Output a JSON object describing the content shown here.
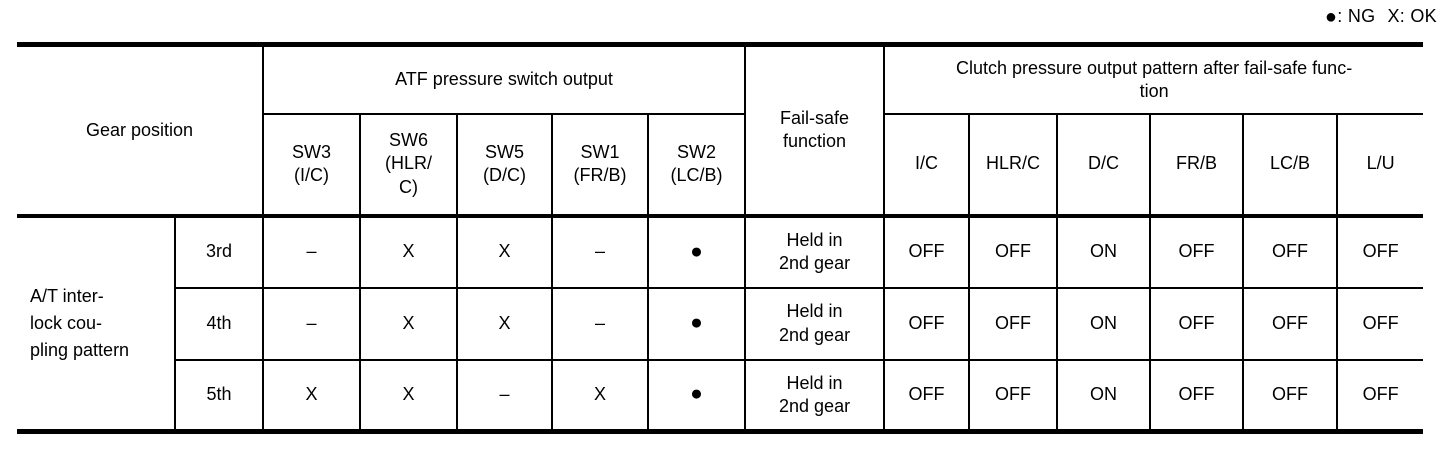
{
  "legend": {
    "ng_symbol": "●",
    "ng_label": ": NG",
    "ok_symbol": "X",
    "ok_label": ": OK"
  },
  "table": {
    "header": {
      "gear_position": "Gear position",
      "atf_group": "ATF pressure switch output",
      "fail_safe": "Fail-safe\nfunction",
      "clutch_group": "Clutch pressure output pattern after fail-safe func-\ntion",
      "sw_columns": [
        "SW3\n(I/C)",
        "SW6\n(HLR/\nC)",
        "SW5\n(D/C)",
        "SW1\n(FR/B)",
        "SW2\n(LC/B)"
      ],
      "clutch_columns": [
        "I/C",
        "HLR/C",
        "D/C",
        "FR/B",
        "LC/B",
        "L/U"
      ]
    },
    "row_group_label": "A/T inter-\nlock cou-\npling pattern",
    "rows": [
      {
        "gear": "3rd",
        "sw": [
          "–",
          "X",
          "X",
          "–",
          "●"
        ],
        "fail_safe": "Held in\n2nd gear",
        "clutch": [
          "OFF",
          "OFF",
          "ON",
          "OFF",
          "OFF",
          "OFF"
        ]
      },
      {
        "gear": "4th",
        "sw": [
          "–",
          "X",
          "X",
          "–",
          "●"
        ],
        "fail_safe": "Held in\n2nd gear",
        "clutch": [
          "OFF",
          "OFF",
          "ON",
          "OFF",
          "OFF",
          "OFF"
        ]
      },
      {
        "gear": "5th",
        "sw": [
          "X",
          "X",
          "–",
          "X",
          "●"
        ],
        "fail_safe": "Held in\n2nd gear",
        "clutch": [
          "OFF",
          "OFF",
          "ON",
          "OFF",
          "OFF",
          "OFF"
        ]
      }
    ]
  }
}
